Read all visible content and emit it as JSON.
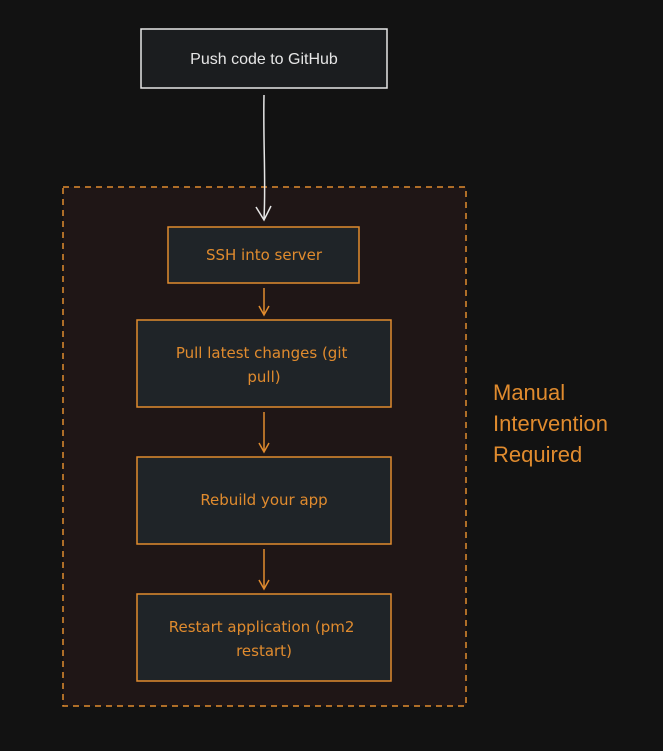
{
  "colors": {
    "background": "#121212",
    "accent": "#e08b2e",
    "start_stroke": "#e6e6e6",
    "start_fill": "#1b1d1f",
    "node_fill": "#1f2428",
    "group_fill": "#1f1616"
  },
  "start_node": {
    "label": "Push code to GitHub"
  },
  "group": {
    "label_lines": [
      "Manual",
      "Intervention",
      "Required"
    ]
  },
  "steps": [
    {
      "label_lines": [
        "SSH into server"
      ]
    },
    {
      "label_lines": [
        "Pull latest changes (git",
        "pull)"
      ]
    },
    {
      "label_lines": [
        "Rebuild your app"
      ]
    },
    {
      "label_lines": [
        "Restart application (pm2",
        "restart)"
      ]
    }
  ]
}
